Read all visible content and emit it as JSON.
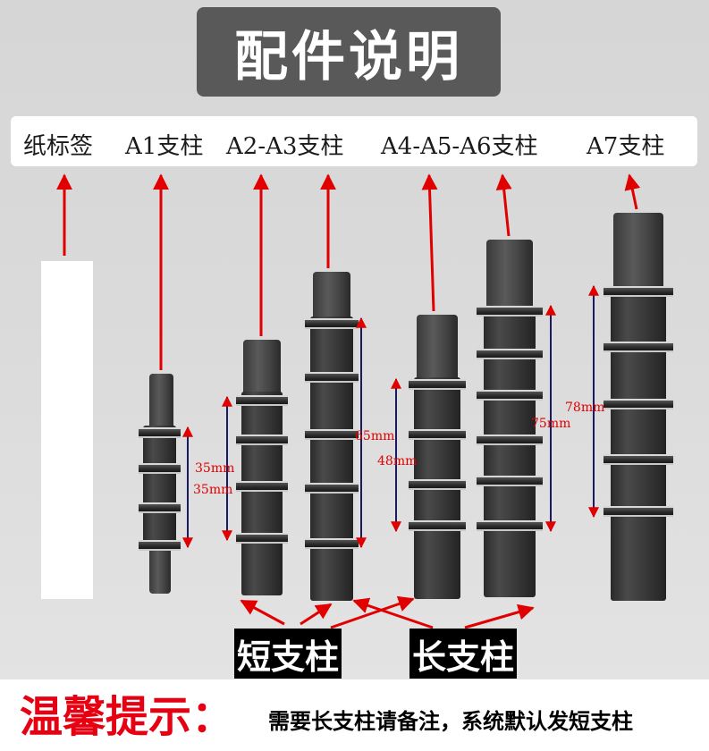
{
  "title": "配件说明",
  "part_labels": {
    "paper_label": "纸标签",
    "a1": "A1支柱",
    "a2_a3": "A2-A3支柱",
    "a4_a6": "A4-A5-A6支柱",
    "a7": "A7支柱"
  },
  "dimensions": {
    "a1_35_upper": "35mm",
    "a1_35_lower": "35mm",
    "a3_65": "65mm",
    "a4_48": "48mm",
    "a6_75": "75mm",
    "a7_78": "78mm"
  },
  "group_labels": {
    "short": "短支柱",
    "long": "长支柱"
  },
  "notice": {
    "heading": "温馨提示：",
    "text": "需要长支柱请备注，系统默认发短支柱"
  },
  "colors": {
    "arrow": "#e00000",
    "notice_heading": "#e60012",
    "title_bg": "#595959",
    "tag_bg": "#000000"
  }
}
